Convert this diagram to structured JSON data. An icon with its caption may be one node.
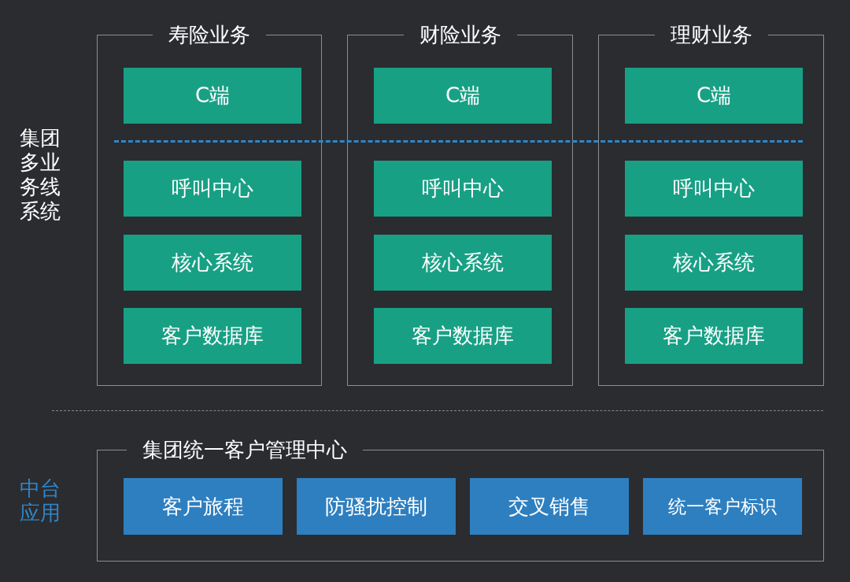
{
  "diagram": {
    "nodes": [
      {
        "text": [
          "寿险业务"
        ]
      },
      {
        "text": [
          "C端"
        ],
        "in": 0
      },
      {
        "text": [
          "呼叫中心"
        ],
        "in": 0
      },
      {
        "text": [
          "核心系统"
        ],
        "in": 0
      },
      {
        "text": [
          "客户数据库"
        ],
        "in": 0
      },
      {
        "text": [
          "财险业务"
        ]
      },
      {
        "text": [
          "C端"
        ],
        "in": 5
      },
      {
        "text": [
          "呼叫中心"
        ],
        "in": 5
      },
      {
        "text": [
          "核心系统"
        ],
        "in": 5
      },
      {
        "text": [
          "客户数据库"
        ],
        "in": 5
      },
      {
        "text": [
          "理财业务"
        ]
      },
      {
        "text": [
          "C端"
        ],
        "in": 10
      },
      {
        "text": [
          "呼叫中心"
        ],
        "in": 10
      },
      {
        "text": [
          "核心系统"
        ],
        "in": 10
      },
      {
        "text": [
          "客户数据库"
        ],
        "in": 10
      },
      {
        "text": [
          "集团统一客户管理中心"
        ]
      },
      {
        "text": [
          "客户旅程"
        ],
        "in": 15
      },
      {
        "text": [
          "防骚扰控制"
        ],
        "in": 15
      },
      {
        "text": [
          "交叉销售"
        ],
        "in": 15
      },
      {
        "text": [
          "统一客户标识"
        ],
        "in": 15
      }
    ],
    "labels": [
      "集团多业务线系统",
      "中台应用"
    ]
  }
}
